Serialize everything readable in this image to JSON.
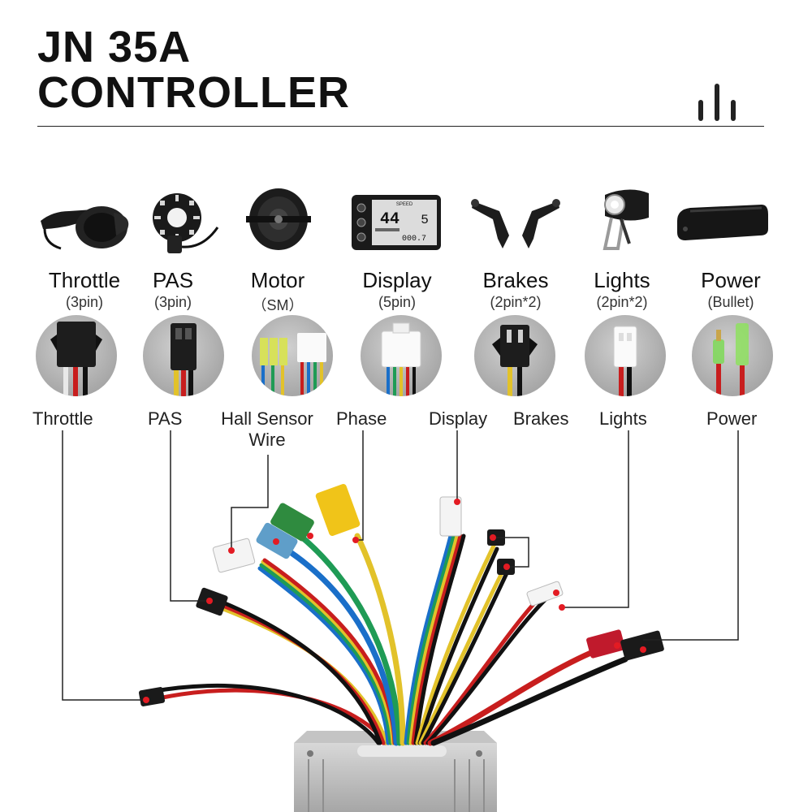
{
  "title": {
    "line1": "JN 35A",
    "line2": "CONTROLLER"
  },
  "components": [
    {
      "name": "Throttle",
      "sub": "(3pin)",
      "icon": "throttle-icon"
    },
    {
      "name": "PAS",
      "sub": "(3pin)",
      "icon": "pas-sensor-icon"
    },
    {
      "name": "Motor",
      "sub": "（SM）",
      "icon": "hub-motor-icon"
    },
    {
      "name": "Display",
      "sub": "(5pin)",
      "icon": "lcd-display-icon"
    },
    {
      "name": "Brakes",
      "sub": "(2pin*2)",
      "icon": "brake-levers-icon"
    },
    {
      "name": "Lights",
      "sub": "(2pin*2)",
      "icon": "headlight-icon"
    },
    {
      "name": "Power",
      "sub": "(Bullet)",
      "icon": "battery-icon"
    }
  ],
  "display_screen": {
    "speed_label": "SPEED",
    "speed_value": "44",
    "level": "5",
    "odo": "000.7"
  },
  "wire_labels": {
    "throttle": "Throttle",
    "pas": "PAS",
    "hall": "Hall Sensor Wire",
    "phase": "Phase",
    "display": "Display",
    "brakes": "Brakes",
    "lights": "Lights",
    "power": "Power"
  },
  "colors": {
    "callout_dot": "#e31b23",
    "title": "#111111",
    "background": "#ffffff"
  }
}
